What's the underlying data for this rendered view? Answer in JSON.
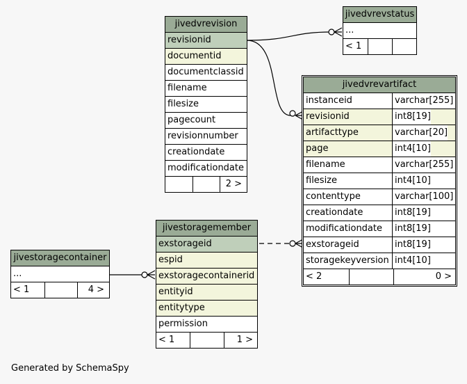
{
  "tables": {
    "jivedvrevision": {
      "name": "jivedvrevision",
      "columns": [
        "revisionid",
        "documentid",
        "documentclassid",
        "filename",
        "filesize",
        "pagecount",
        "revisionnumber",
        "creationdate",
        "modificationdate"
      ],
      "footer": [
        "",
        "",
        "2 >"
      ]
    },
    "jivedvrevstatus": {
      "name": "jivedvrevstatus",
      "columns": [
        "..."
      ],
      "footer": [
        "< 1",
        "",
        ""
      ]
    },
    "jivedvrevartifact": {
      "name": "jivedvrevartifact",
      "columns": [
        {
          "name": "instanceid",
          "type": "varchar[255]"
        },
        {
          "name": "revisionid",
          "type": "int8[19]"
        },
        {
          "name": "artifacttype",
          "type": "varchar[20]"
        },
        {
          "name": "page",
          "type": "int4[10]"
        },
        {
          "name": "filename",
          "type": "varchar[255]"
        },
        {
          "name": "filesize",
          "type": "int4[10]"
        },
        {
          "name": "contenttype",
          "type": "varchar[100]"
        },
        {
          "name": "creationdate",
          "type": "int8[19]"
        },
        {
          "name": "modificationdate",
          "type": "int8[19]"
        },
        {
          "name": "exstorageid",
          "type": "int8[19]"
        },
        {
          "name": "storagekeyversion",
          "type": "int4[10]"
        }
      ],
      "footer": [
        "< 2",
        "",
        "0 >"
      ]
    },
    "jivestoragemember": {
      "name": "jivestoragemember",
      "columns": [
        "exstorageid",
        "espid",
        "exstoragecontainerid",
        "entityid",
        "entitytype",
        "permission"
      ],
      "footer": [
        "< 1",
        "",
        "1 >"
      ]
    },
    "jivestoragecontainer": {
      "name": "jivestoragecontainer",
      "columns": [
        "..."
      ],
      "footer": [
        "< 1",
        "",
        "4 >"
      ]
    }
  },
  "generated_by": "Generated by SchemaSpy",
  "colors": {
    "header": "#9aab96",
    "primary_key": "#bfcfba",
    "foreign_key": "#f3f5dc",
    "background": "#f7f7f7"
  }
}
